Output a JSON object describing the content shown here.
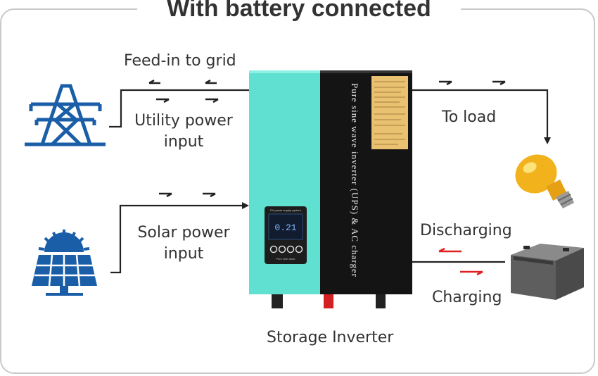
{
  "title": "With battery connected",
  "labels": {
    "feed_in": "Feed-in to grid",
    "utility_line1": "Utility power",
    "utility_line2": "input",
    "solar_line1": "Solar power",
    "solar_line2": "input",
    "to_load": "To load",
    "discharging": "Discharging",
    "charging": "Charging",
    "storage_inverter": "Storage Inverter"
  },
  "inverter": {
    "side_text": "Pure sine wave inverter (UPS) & AC charger",
    "display_header": "PV power supply system",
    "display_reading": "0.21",
    "brand_text": "Pure sine wave"
  },
  "colors": {
    "line": "#222222",
    "icon_blue": "#1a5ea8",
    "inverter_teal": "#5fe0d0",
    "inverter_black": "#141414",
    "arrow_red": "#e02020",
    "bulb_yellow": "#f2b21c",
    "battery_gray": "#6e6e6e"
  },
  "icons": [
    "transmission-tower-icon",
    "solar-panel-icon",
    "light-bulb-icon",
    "battery-icon",
    "storage-inverter-image"
  ]
}
